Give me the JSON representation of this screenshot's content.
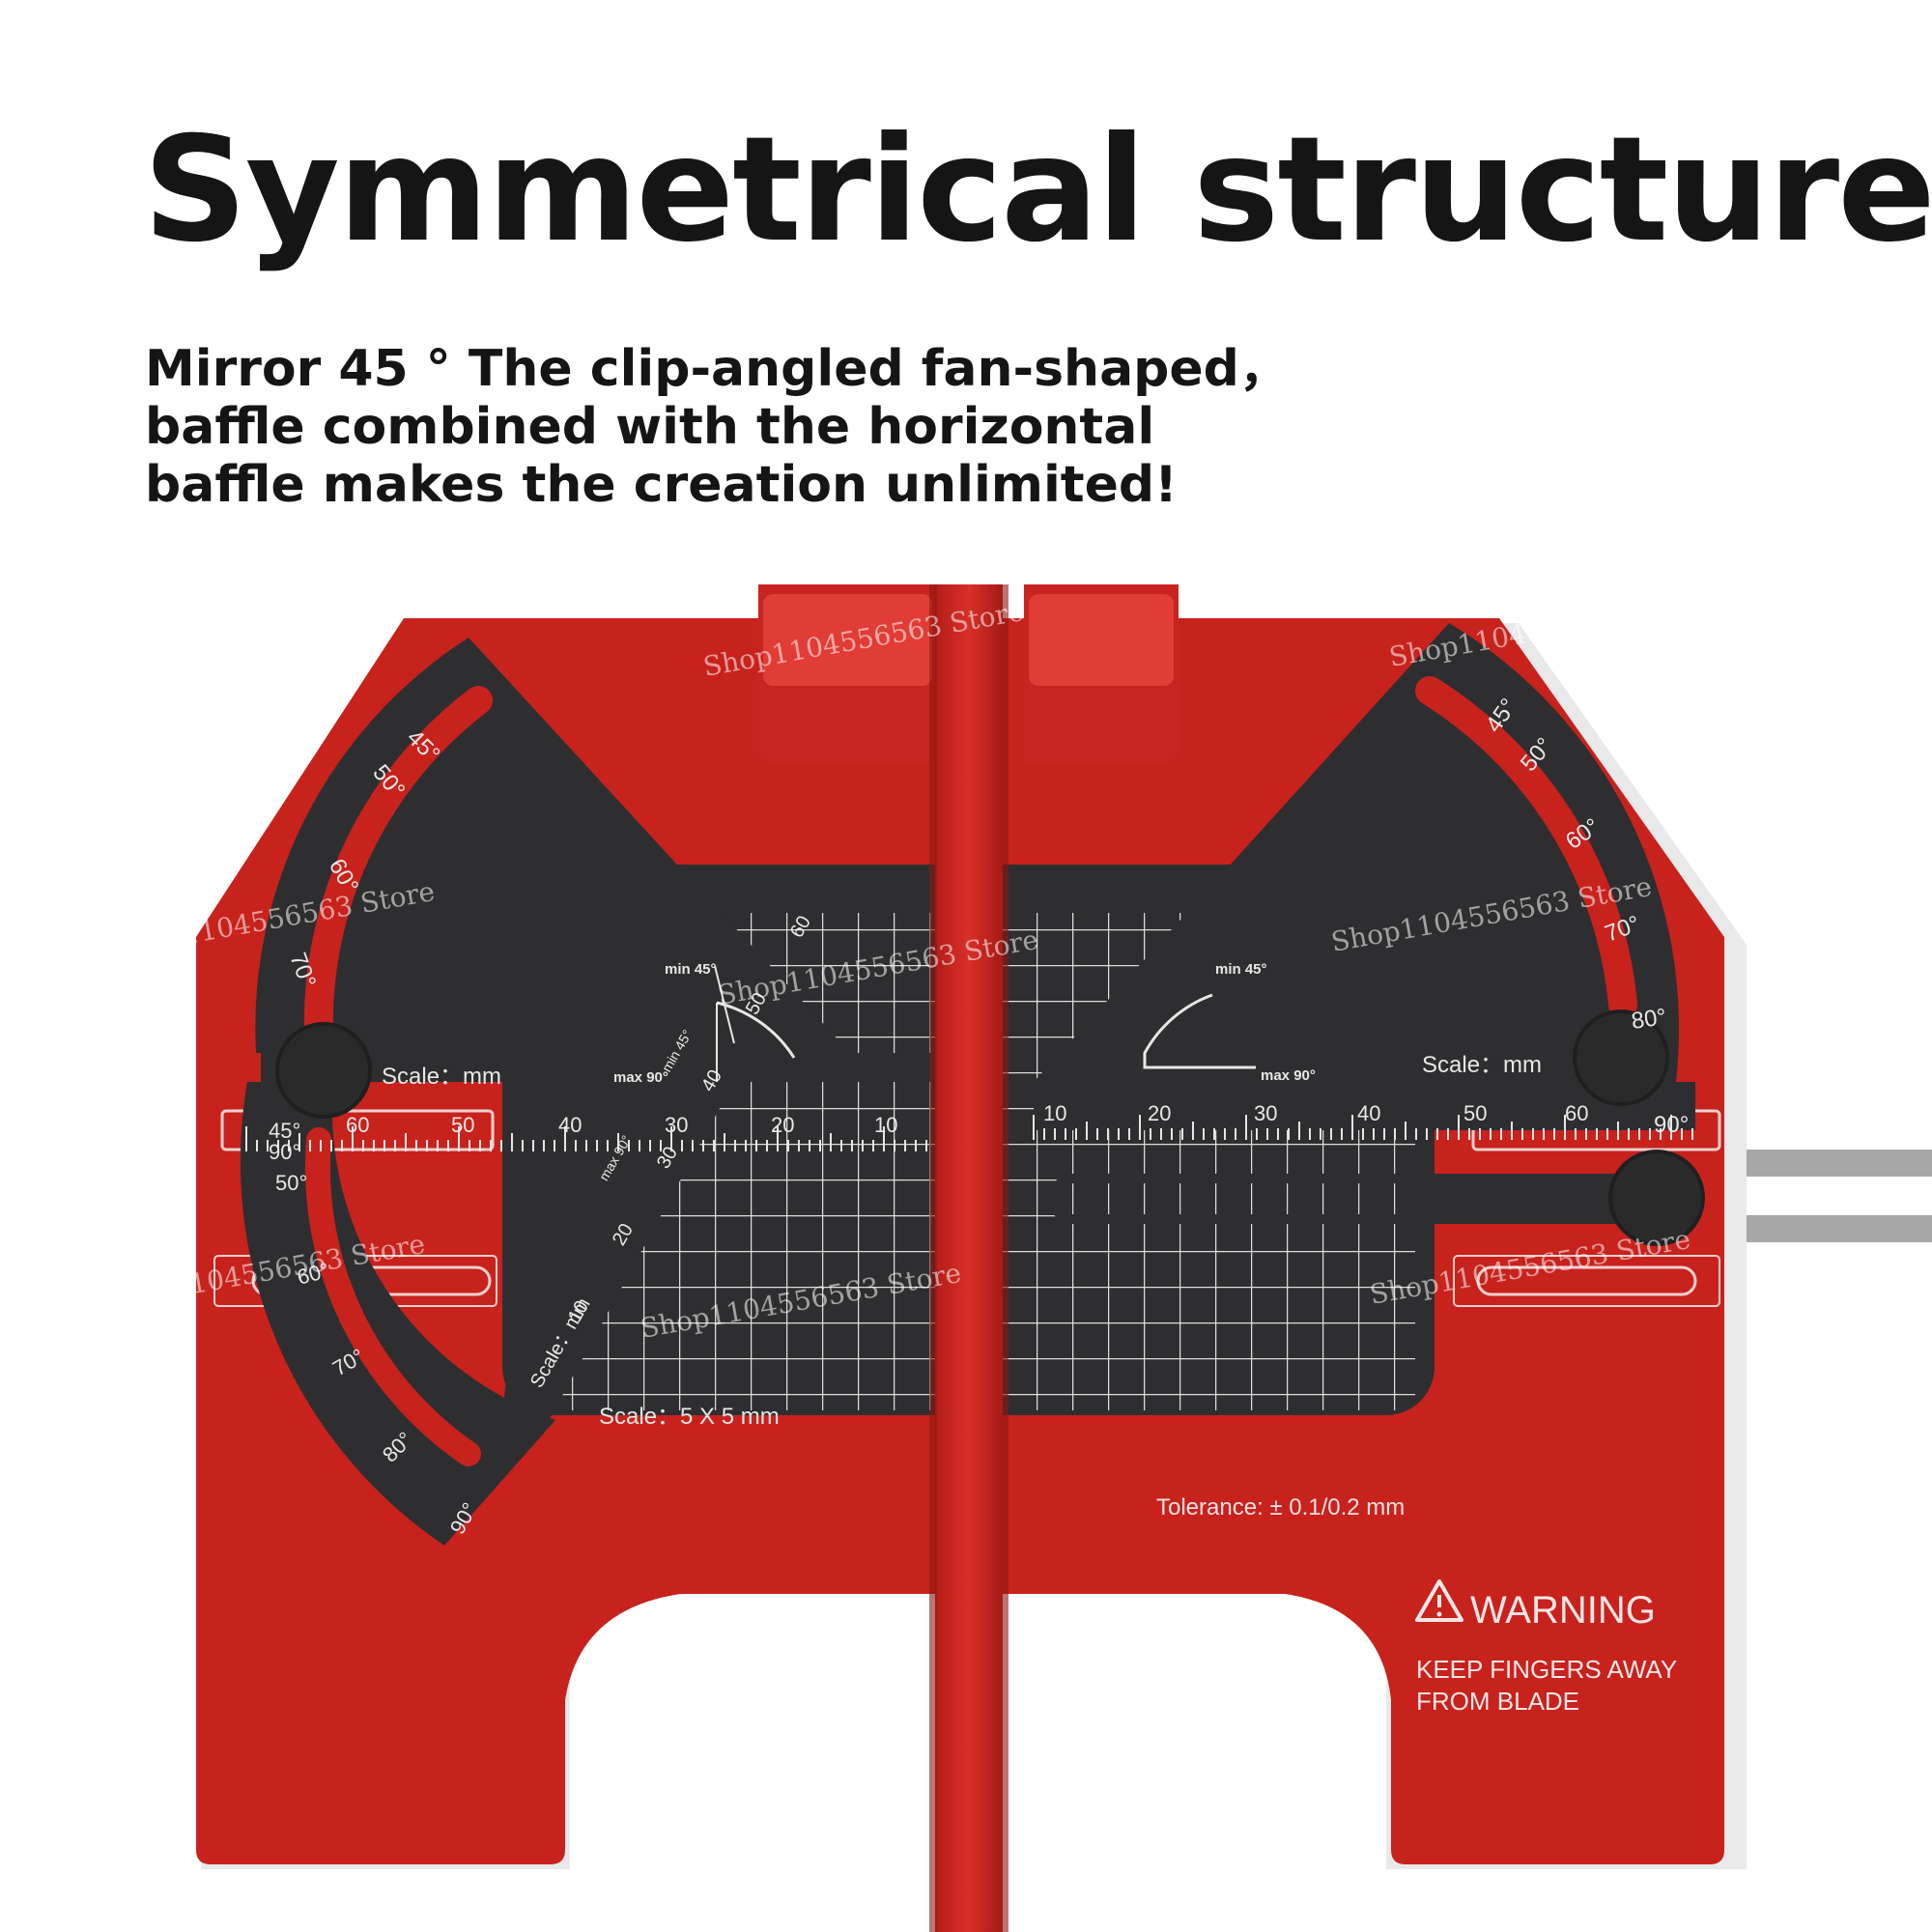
{
  "headline": "Symmetrical structure",
  "subheadline": [
    "Mirror 45 ° The clip-angled fan-shaped，",
    "baffle combined with the horizontal",
    "baffle makes the creation unlimited!"
  ],
  "product": {
    "colors": {
      "body": "#c8221d",
      "plate": "#2e2e30",
      "background": "#ffffff"
    },
    "left_gauge": {
      "min_label": "min 45°",
      "max_label": "max 90°",
      "scale_label": "Scale：mm",
      "arc_ticks": [
        "45°",
        "50°",
        "60°",
        "70°"
      ],
      "lower_arc_ticks": [
        "50°",
        "60°",
        "70°",
        "80°",
        "90°"
      ],
      "ruler_ticks": [
        "60",
        "50",
        "40",
        "30",
        "20",
        "10"
      ],
      "diagonal_min": "min 45°",
      "diagonal_max": "max 90°",
      "diagonal_scale": "Scale：mm",
      "diagonal_ticks": [
        "10",
        "20",
        "30",
        "40",
        "50",
        "60"
      ],
      "edge_labels": [
        "45°",
        "90°"
      ]
    },
    "right_gauge": {
      "min_label": "min 45°",
      "max_label": "max 90°",
      "scale_label": "Scale：mm",
      "arc_ticks": [
        "45°",
        "50°",
        "60°",
        "70°",
        "80°",
        "90°"
      ],
      "ruler_ticks": [
        "10",
        "20",
        "30",
        "40",
        "50",
        "60"
      ]
    },
    "grid_scale": "Scale：5 X 5 mm",
    "tolerance": "Tolerance:  ± 0.1/0.2 mm",
    "warning": {
      "icon": "warning-triangle-icon",
      "title": "WARNING",
      "lines": [
        "KEEP FINGERS AWAY",
        "FROM BLADE"
      ]
    },
    "watermark": "Shop1104556563 Store"
  }
}
